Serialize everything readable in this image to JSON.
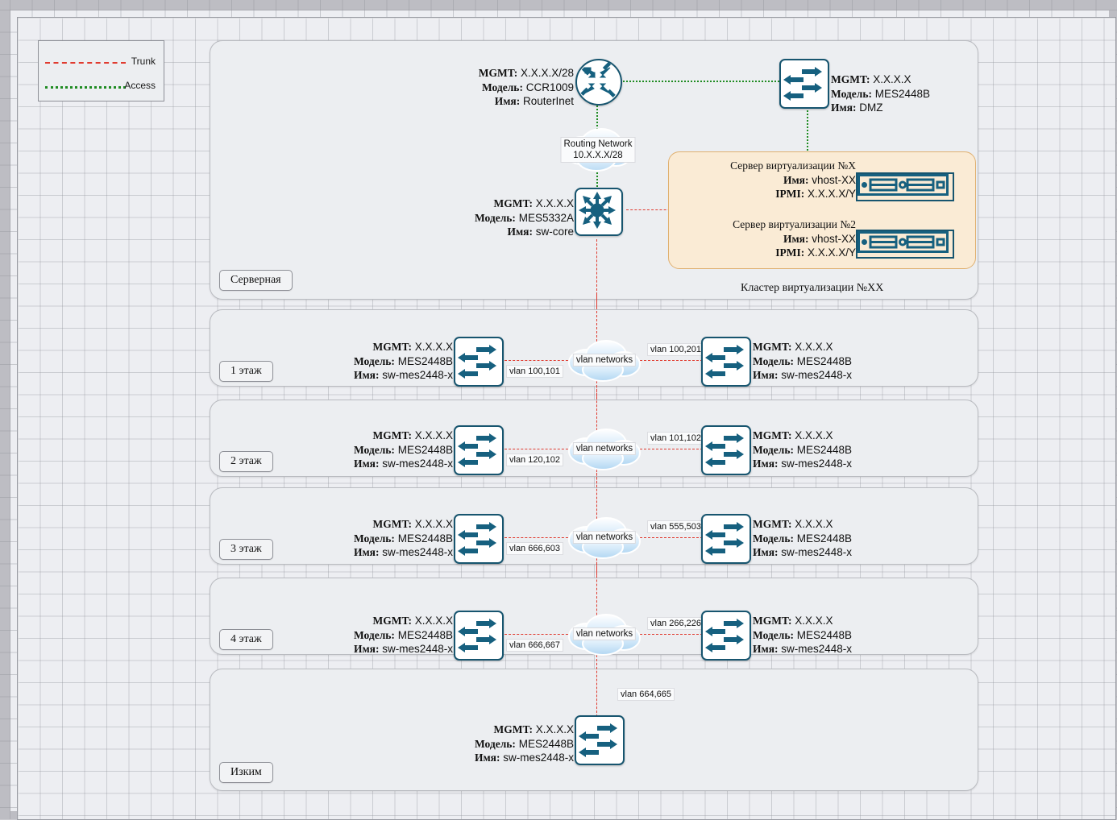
{
  "legend": {
    "trunk_label": "Trunk",
    "access_label": "Access",
    "trunk_color": "#e03b30",
    "access_color": "#1f8b22"
  },
  "labels": {
    "mgmt": "MGMT:",
    "model": "Модель:",
    "name": "Имя:",
    "ipmi": "IPMI:"
  },
  "server_room": {
    "group_label": "Серверная",
    "router": {
      "mgmt": "X.X.X.X/28",
      "model": "CCR1009",
      "name": "RouterInet",
      "icon": "router-icon"
    },
    "dmz": {
      "mgmt": "X.X.X.X",
      "model": "MES2448B",
      "name": "DMZ",
      "icon": "switch-icon"
    },
    "core": {
      "mgmt": "X.X.X.X",
      "model": "MES5332A",
      "name": "sw-core",
      "icon": "core-switch-icon"
    },
    "routing_cloud": {
      "line1": "Routing Network",
      "line2": "10.X.X.X/28",
      "icon": "cloud-icon"
    },
    "cluster": {
      "caption": "Кластер виртуализации №XX",
      "servers": [
        {
          "title": "Сервер виртуализации №X",
          "name": "vhost-XX",
          "ipmi": "X.X.X.X/Y",
          "icon": "server-icon"
        },
        {
          "title": "Сервер виртуализации №2",
          "name": "vhost-XX",
          "ipmi": "X.X.X.X/Y",
          "icon": "server-icon"
        }
      ]
    }
  },
  "floors": [
    {
      "group_label": "1 этаж",
      "cloud_text": "vlan networks",
      "left_switch": {
        "mgmt": "X.X.X.X",
        "model": "MES2448B",
        "name": "sw-mes2448-x",
        "icon": "switch-icon"
      },
      "right_switch": {
        "mgmt": "X.X.X.X",
        "model": "MES2448B",
        "name": "sw-mes2448-x",
        "icon": "switch-icon"
      },
      "left_vlan": "vlan 100,101",
      "right_vlan": "vlan 100,201"
    },
    {
      "group_label": "2 этаж",
      "cloud_text": "vlan networks",
      "left_switch": {
        "mgmt": "X.X.X.X",
        "model": "MES2448B",
        "name": "sw-mes2448-x",
        "icon": "switch-icon"
      },
      "right_switch": {
        "mgmt": "X.X.X.X",
        "model": "MES2448B",
        "name": "sw-mes2448-x",
        "icon": "switch-icon"
      },
      "left_vlan": "vlan 120,102",
      "right_vlan": "vlan 101,102"
    },
    {
      "group_label": "3 этаж",
      "cloud_text": "vlan networks",
      "left_switch": {
        "mgmt": "X.X.X.X",
        "model": "MES2448B",
        "name": "sw-mes2448-x",
        "icon": "switch-icon"
      },
      "right_switch": {
        "mgmt": "X.X.X.X",
        "model": "MES2448B",
        "name": "sw-mes2448-x",
        "icon": "switch-icon"
      },
      "left_vlan": "vlan 666,603",
      "right_vlan": "vlan 555,503"
    },
    {
      "group_label": "4 этаж",
      "cloud_text": "vlan networks",
      "left_switch": {
        "mgmt": "X.X.X.X",
        "model": "MES2448B",
        "name": "sw-mes2448-x",
        "icon": "switch-icon"
      },
      "right_switch": {
        "mgmt": "X.X.X.X",
        "model": "MES2448B",
        "name": "sw-mes2448-x",
        "icon": "switch-icon"
      },
      "left_vlan": "vlan 666,667",
      "right_vlan": "vlan 266,226"
    }
  ],
  "bottom": {
    "group_label": "Изким",
    "vlan": "vlan 664,665",
    "switch": {
      "mgmt": "X.X.X.X",
      "model": "MES2448B",
      "name": "sw-mes2448-x",
      "icon": "switch-icon"
    }
  }
}
